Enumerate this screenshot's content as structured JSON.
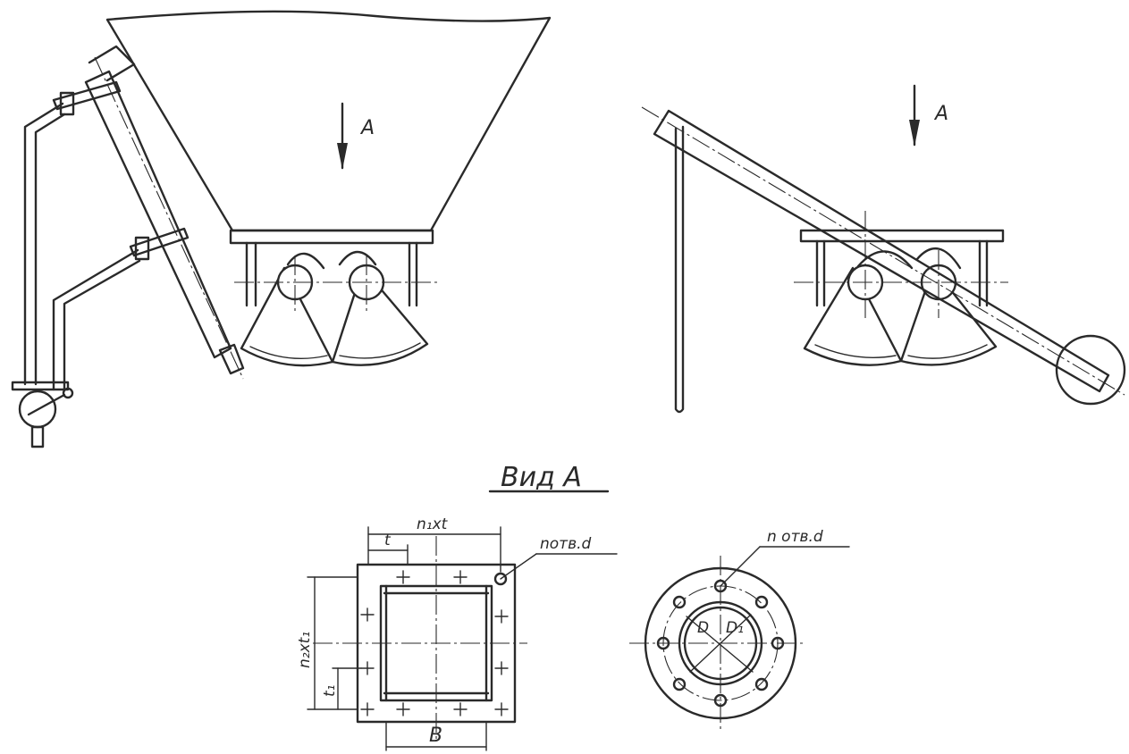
{
  "views": {
    "arrow_label_left": "А",
    "arrow_label_right": "А",
    "view_title": "Вид А"
  },
  "rect_flange": {
    "dim_top": "n₁xt",
    "dim_t": "t",
    "dim_left": "n₂xt₁",
    "dim_t1": "t₁",
    "dim_bottom": "B",
    "hole_note": "nотв.d"
  },
  "round_flange": {
    "hole_note": "n отв.d",
    "dim_inner": "D",
    "dim_outer": "D₁"
  }
}
